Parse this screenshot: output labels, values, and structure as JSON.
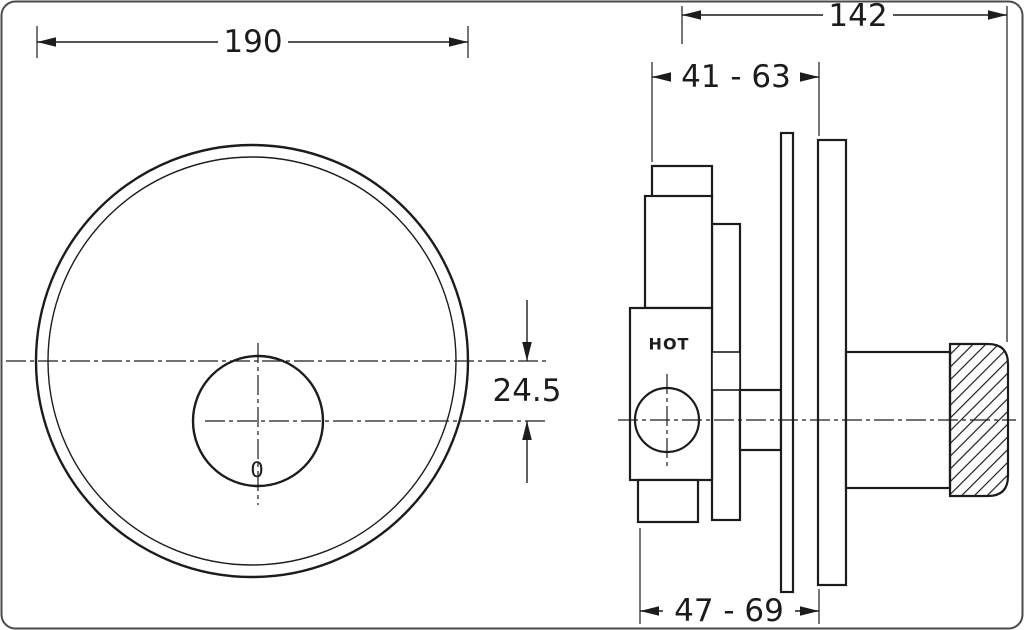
{
  "labels": {
    "hot": "HOT",
    "knob_mark": "0"
  },
  "dimensions": {
    "faceplate_diameter": "190",
    "knob_offset": "24.5",
    "total_depth": "142",
    "upper_depth_range": "41 - 63",
    "lower_depth_range": "47 - 69"
  },
  "colors": {
    "line": "#1c1c1c",
    "background": "#ffffff",
    "border": "#4a4a4a"
  }
}
